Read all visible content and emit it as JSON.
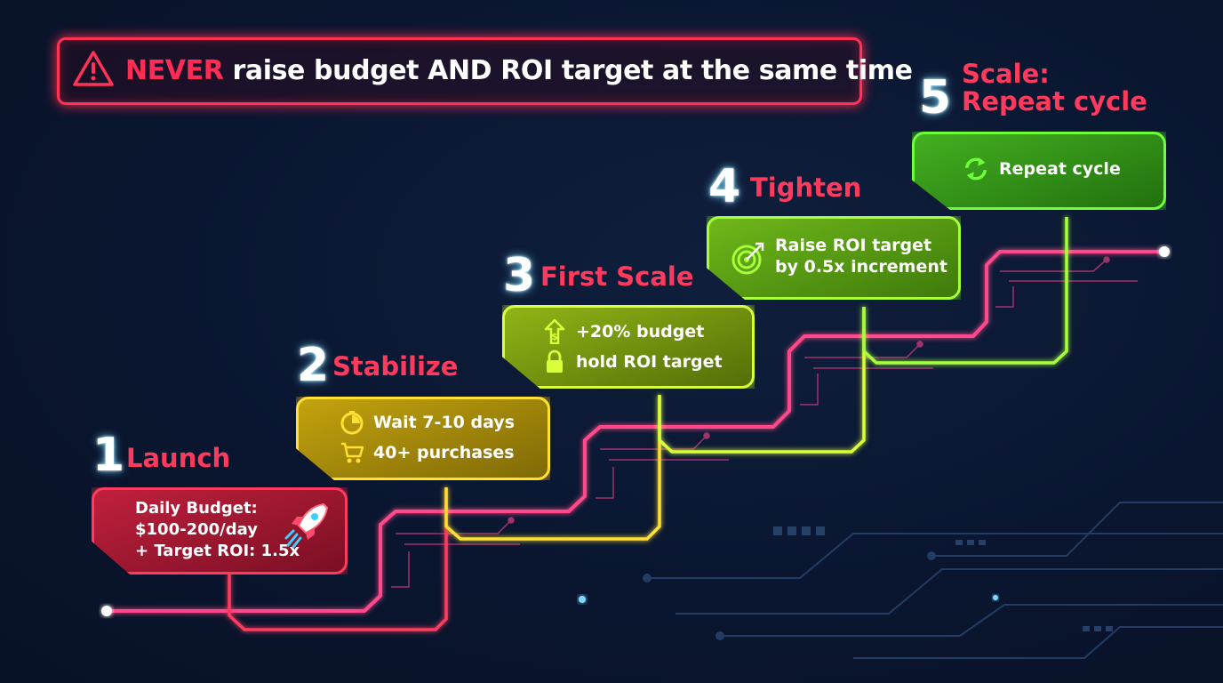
{
  "banner": {
    "emphasis": "NEVER",
    "text": " raise budget AND ROI target at the same time",
    "icon": "warning-icon"
  },
  "steps": [
    {
      "number": "1",
      "title": "Launch",
      "color": "#ff3b5f",
      "lines": [
        "Daily Budget:",
        "$100-200/day",
        "+ Target ROI: 1.5x"
      ],
      "icon": "rocket-icon"
    },
    {
      "number": "2",
      "title": "Stabilize",
      "color": "#ffe033",
      "lines": [
        "Wait 7-10 days",
        "40+ purchases"
      ],
      "icons": [
        "timer-icon",
        "cart-icon"
      ]
    },
    {
      "number": "3",
      "title": "First Scale",
      "color": "#d9ff3a",
      "lines": [
        "+20% budget",
        "hold ROI target"
      ],
      "icons": [
        "dollar-up-icon",
        "lock-icon"
      ]
    },
    {
      "number": "4",
      "title": "Tighten",
      "color": "#a6ff3a",
      "lines": [
        "Raise ROI target",
        "by 0.5x increment"
      ],
      "icon": "target-icon"
    },
    {
      "number": "5",
      "title_line1": "Scale:",
      "title_line2": "Repeat cycle",
      "color": "#6dff3a",
      "lines": [
        "Repeat cycle"
      ],
      "icon": "refresh-icon"
    }
  ],
  "colors": {
    "accent": "#ff2d55",
    "background": "#0a1630",
    "circuit": "#ff4a8a"
  }
}
